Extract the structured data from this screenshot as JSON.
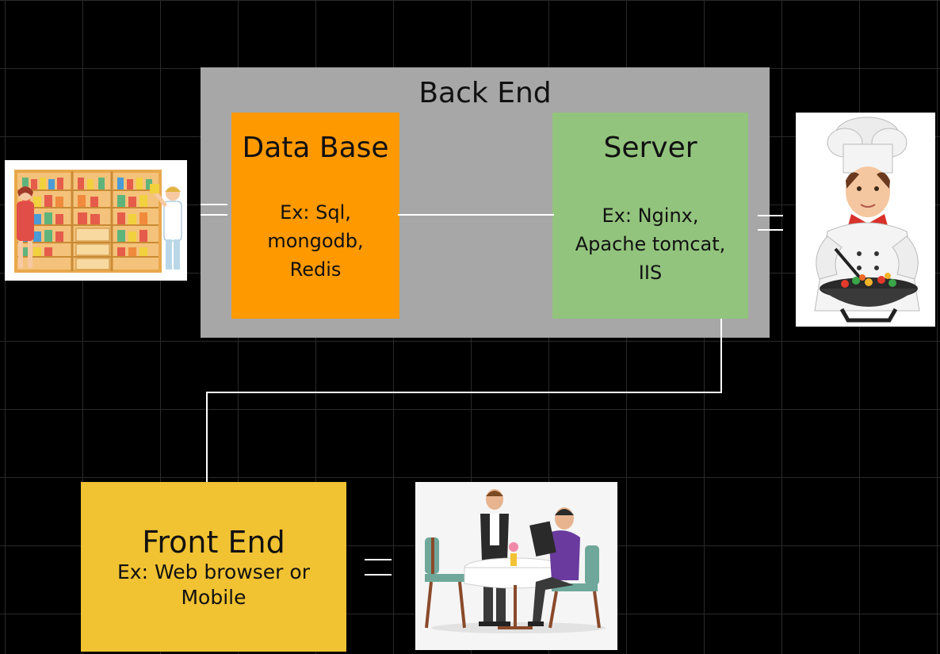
{
  "backend": {
    "title": "Back End"
  },
  "database": {
    "title": "Data Base",
    "lines": [
      "Ex: Sql,",
      "mongodb,",
      "Redis"
    ]
  },
  "server": {
    "title": "Server",
    "lines": [
      "Ex: Nginx,",
      "Apache tomcat,",
      "IIS"
    ]
  },
  "frontend": {
    "title": "Front End",
    "lines": [
      "Ex: Web browser or",
      "Mobile"
    ]
  },
  "illustrations": {
    "pantry": "pantry-illustration",
    "chef": "chef-illustration",
    "waiter": "waiter-illustration"
  },
  "colors": {
    "backend": "#a7a7a7",
    "database": "#fe9900",
    "server": "#92c47d",
    "frontend": "#f1c232",
    "background": "#000000"
  }
}
